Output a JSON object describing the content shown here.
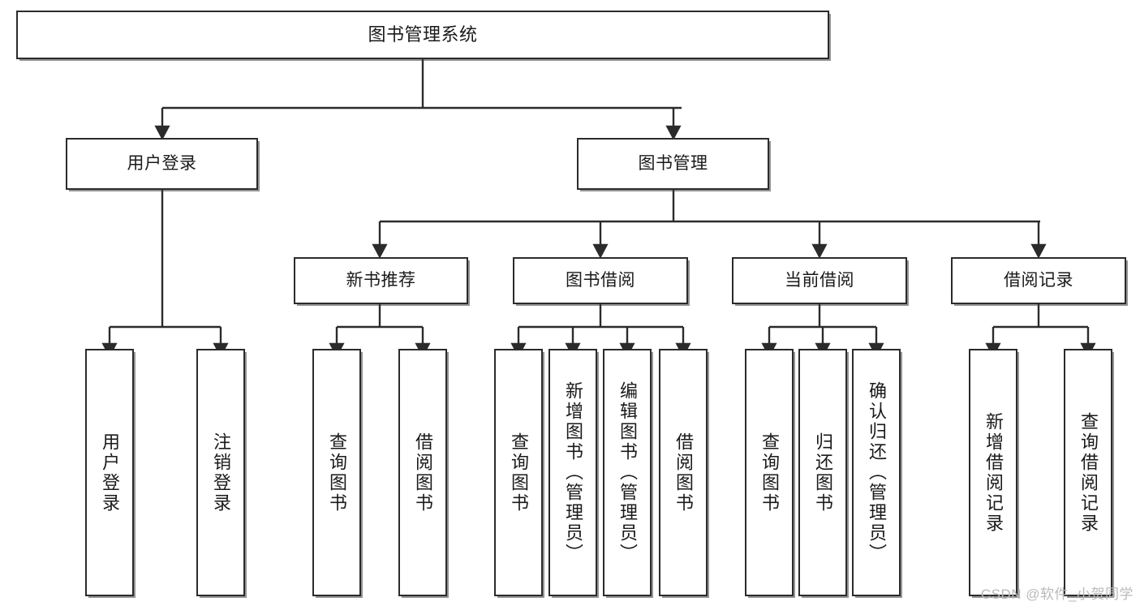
{
  "diagram": {
    "title": "图书管理系统",
    "type": "hierarchy-tree",
    "root": {
      "id": "root",
      "label": "图书管理系统",
      "level": 1
    },
    "level2": [
      {
        "id": "user-login",
        "label": "用户登录",
        "level": 2
      },
      {
        "id": "book-management",
        "label": "图书管理",
        "level": 2
      }
    ],
    "level3": [
      {
        "id": "new-book-recommend",
        "label": "新书推荐",
        "level": 3,
        "parent": "book-management"
      },
      {
        "id": "book-borrow",
        "label": "图书借阅",
        "level": 3,
        "parent": "book-management"
      },
      {
        "id": "current-borrow",
        "label": "当前借阅",
        "level": 3,
        "parent": "book-management"
      },
      {
        "id": "borrow-record",
        "label": "借阅记录",
        "level": 3,
        "parent": "book-management"
      }
    ],
    "leaves": [
      {
        "id": "leaf-user-login",
        "label": "用户登录",
        "parent": "user-login"
      },
      {
        "id": "leaf-user-logout",
        "label": "注销登录",
        "parent": "user-login"
      },
      {
        "id": "leaf-query-book-1",
        "label": "查询图书",
        "parent": "new-book-recommend"
      },
      {
        "id": "leaf-borrow-book-1",
        "label": "借阅图书",
        "parent": "new-book-recommend"
      },
      {
        "id": "leaf-query-book-2",
        "label": "查询图书",
        "parent": "book-borrow"
      },
      {
        "id": "leaf-add-book",
        "label": "新增图书（管理员）",
        "parent": "book-borrow"
      },
      {
        "id": "leaf-edit-book",
        "label": "编辑图书（管理员）",
        "parent": "book-borrow"
      },
      {
        "id": "leaf-borrow-book-2",
        "label": "借阅图书",
        "parent": "book-borrow"
      },
      {
        "id": "leaf-query-book-3",
        "label": "查询图书",
        "parent": "current-borrow"
      },
      {
        "id": "leaf-return-book",
        "label": "归还图书",
        "parent": "current-borrow"
      },
      {
        "id": "leaf-confirm-return",
        "label": "确认归还（管理员）",
        "parent": "current-borrow"
      },
      {
        "id": "leaf-add-record",
        "label": "新增借阅记录",
        "parent": "borrow-record"
      },
      {
        "id": "leaf-query-record",
        "label": "查询借阅记录",
        "parent": "borrow-record"
      }
    ],
    "colors": {
      "stroke": "#2b2b2b",
      "fill": "#ffffff",
      "text": "#1a1a1a",
      "watermark": "#b9b9b9"
    }
  },
  "watermark": {
    "text": "CSDN @软件_小贺同学"
  }
}
